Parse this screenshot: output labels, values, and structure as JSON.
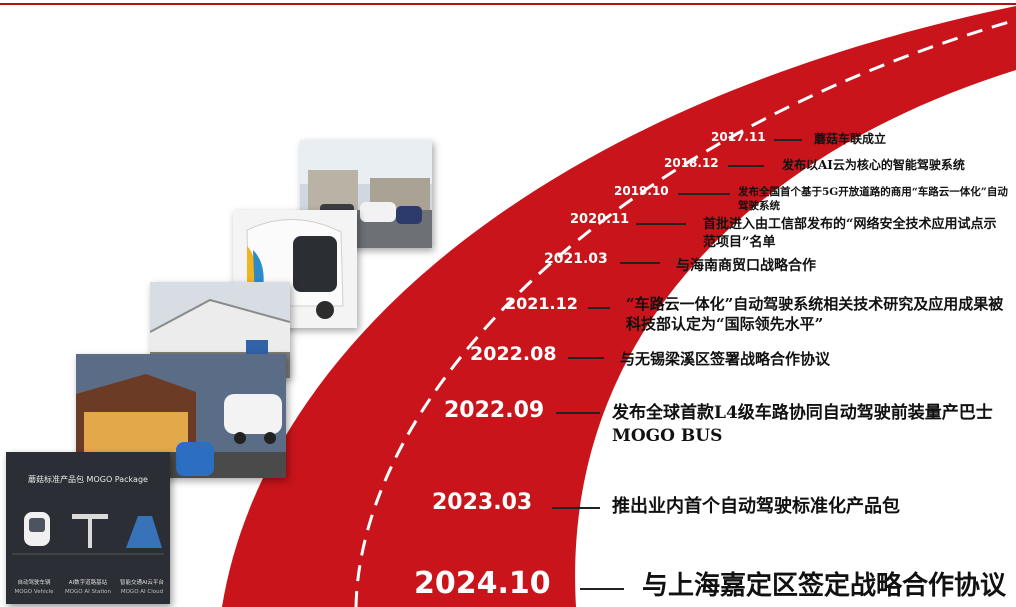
{
  "colors": {
    "road": "#c8141a",
    "accent_rule": "#b30f14",
    "dash_line": "#ffffff"
  },
  "timeline": [
    {
      "date": "2017.11",
      "event": "蘑菇车联成立"
    },
    {
      "date": "2018.12",
      "event": "发布以AI云为核心的智能驾驶系统"
    },
    {
      "date": "2019.10",
      "event": "发布全国首个基于5G开放道路的商用“车路云一体化”自动驾驶系统"
    },
    {
      "date": "2020.11",
      "event": "首批进入由工信部发布的“网络安全技术应用试点示范项目”名单"
    },
    {
      "date": "2021.03",
      "event": "与海南商贸口战略合作"
    },
    {
      "date": "2021.12",
      "event": "“车路云一体化”自动驾驶系统相关技术研究及应用成果被科技部认定为“国际领先水平”"
    },
    {
      "date": "2022.08",
      "event": "与无锡梁溪区签署战略合作协议"
    },
    {
      "date": "2022.09",
      "event": "发布全球首款L4级车路协同自动驾驶前装量产巴士MOGO BUS"
    },
    {
      "date": "2023.03",
      "event": "推出业内首个自动驾驶标准化产品包"
    },
    {
      "date": "2024.10",
      "event": "与上海嘉定区签定战略合作协议"
    }
  ],
  "package_card": {
    "title": "蘑菇标准产品包 MOGO Package",
    "items": [
      {
        "cn": "自动驾驶车辆",
        "en": "MOGO Vehicle"
      },
      {
        "cn": "AI数字道路基站",
        "en": "MOGO AI Station"
      },
      {
        "cn": "智能交通AI云平台",
        "en": "MOGO AI Cloud"
      }
    ]
  }
}
